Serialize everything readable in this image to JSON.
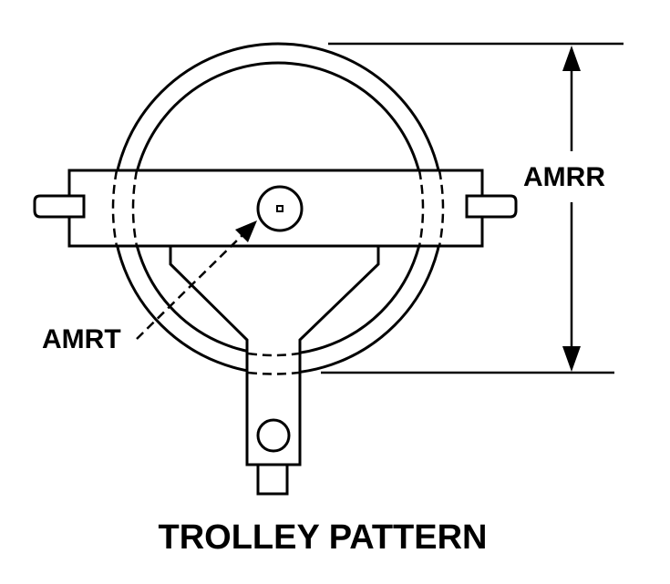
{
  "labels": {
    "dimension": "AMRR",
    "thread": "AMRT",
    "title": "TROLLEY PATTERN"
  },
  "colors": {
    "ink": "#000000",
    "paper": "#ffffff"
  }
}
